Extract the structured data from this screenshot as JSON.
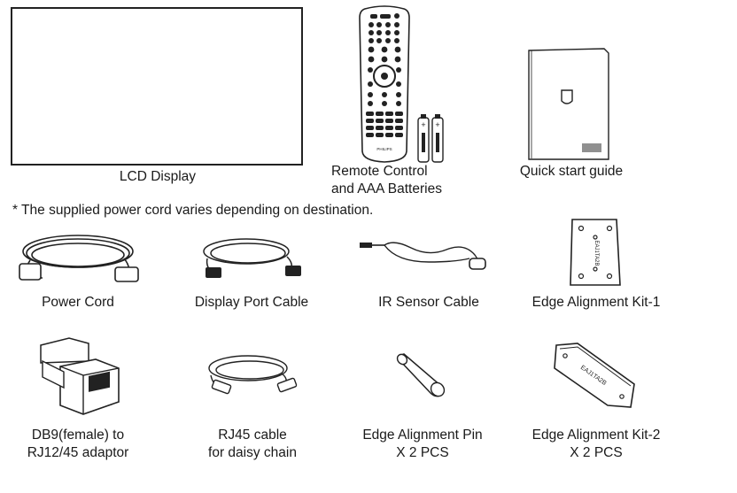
{
  "items": {
    "lcd_display": {
      "label": "LCD Display"
    },
    "remote_control": {
      "line1": "Remote Control",
      "line2": "and AAA Batteries",
      "brand": "PHILIPS"
    },
    "quick_start_guide": {
      "label": "Quick start guide"
    },
    "power_cord": {
      "label": "Power Cord"
    },
    "display_port_cable": {
      "label": "Display Port Cable"
    },
    "ir_sensor_cable": {
      "label": "IR Sensor Cable"
    },
    "edge_alignment_kit_1": {
      "label": "Edge Alignment Kit-1",
      "stamp": "EAJ1TA2B"
    },
    "db9_adaptor": {
      "line1": "DB9(female) to",
      "line2": "RJ12/45 adaptor"
    },
    "rj45_cable": {
      "line1": "RJ45 cable",
      "line2": "for daisy chain"
    },
    "edge_alignment_pin": {
      "line1": "Edge Alignment Pin",
      "line2": "X 2 PCS"
    },
    "edge_alignment_kit_2": {
      "line1": "Edge Alignment Kit-2",
      "line2": "X 2 PCS",
      "stamp": "EAJ1TA2B"
    }
  },
  "note": "* The supplied power cord varies depending on destination."
}
